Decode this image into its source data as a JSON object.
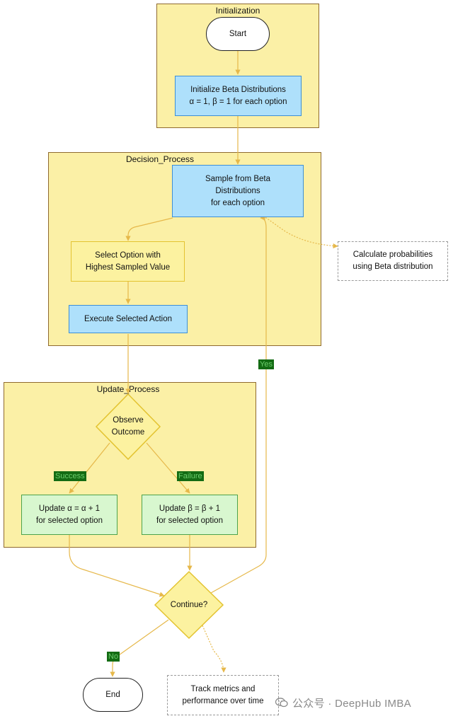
{
  "clusters": {
    "initialization": "Initialization",
    "decision": "Decision_Process",
    "update": "Update_Process"
  },
  "nodes": {
    "start": "Start",
    "init_beta": "Initialize Beta Distributions\nα = 1, β = 1 for each option",
    "sample": "Sample from Beta\nDistributions\nfor each option",
    "calc_prob": "Calculate probabilities\nusing Beta distribution",
    "select": "Select Option with\nHighest Sampled Value",
    "execute": "Execute Selected Action",
    "observe": "Observe\nOutcome",
    "update_alpha": "Update α = α + 1\nfor selected option",
    "update_beta": "Update β = β + 1\nfor selected option",
    "continue": "Continue?",
    "end": "End",
    "track": "Track metrics and\nperformance over time"
  },
  "edge_labels": {
    "success": "Success",
    "failure": "Failure",
    "yes": "Yes",
    "no": "No"
  },
  "watermark": "公众号 · DeepHub IMBA",
  "colors": {
    "edge": "#e6b84a",
    "cluster_fill": "#fbf0a6",
    "process_blue": "#aee0fb",
    "process_green": "#d8f7cf",
    "label_bg": "#136b13"
  }
}
